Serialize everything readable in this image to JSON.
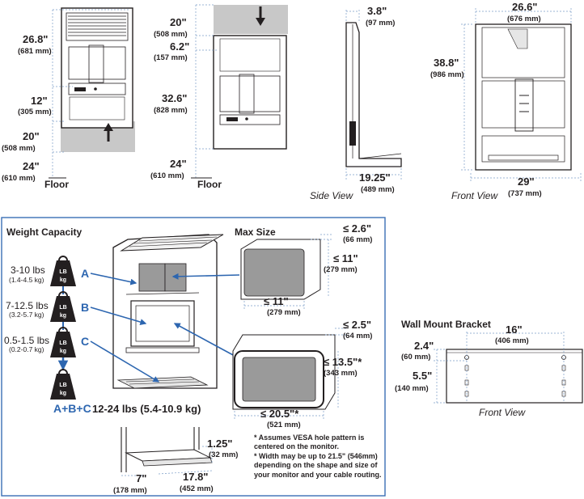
{
  "top_left": {
    "d1_in": "26.8\"",
    "d1_mm": "(681 mm)",
    "d2_in": "12\"",
    "d2_mm": "(305 mm)",
    "d3_in": "20\"",
    "d3_mm": "(508 mm)",
    "d4_in": "24\"",
    "d4_mm": "(610 mm)",
    "floor": "Floor"
  },
  "top_mid": {
    "d1_in": "20\"",
    "d1_mm": "(508 mm)",
    "d2_in": "6.2\"",
    "d2_mm": "(157 mm)",
    "d3_in": "32.6\"",
    "d3_mm": "(828 mm)",
    "d4_in": "24\"",
    "d4_mm": "(610 mm)",
    "floor": "Floor"
  },
  "side_view": {
    "depth_in": "3.8\"",
    "depth_mm": "(97 mm)",
    "base_in": "19.25\"",
    "base_mm": "(489 mm)",
    "caption": "Side View"
  },
  "front_view": {
    "width_in": "26.6\"",
    "width_mm": "(676 mm)",
    "height_in": "38.8\"",
    "height_mm": "(986 mm)",
    "base_in": "29\"",
    "base_mm": "(737 mm)",
    "caption": "Front View"
  },
  "weight": {
    "title": "Weight Capacity",
    "weight_icon_text": "LB kg",
    "items": [
      {
        "letter": "A",
        "lbs": "3-10 lbs",
        "kg": "(1.4-4.5 kg)"
      },
      {
        "letter": "B",
        "lbs": "7-12.5 lbs",
        "kg": "(3.2-5.7 kg)"
      },
      {
        "letter": "C",
        "lbs": "0.5-1.5 lbs",
        "kg": "(0.2-0.7 kg)"
      }
    ],
    "total_letters": "A+B+C",
    "total_text": "12-24 lbs (5.4-10.9 kg)"
  },
  "max_size": {
    "title": "Max Size",
    "a_depth_in": "≤ 2.6\"",
    "a_depth_mm": "(66 mm)",
    "a_h_in": "≤ 11\"",
    "a_h_mm": "(279 mm)",
    "a_w_in": "≤ 11\"",
    "a_w_mm": "(279 mm)",
    "b_depth_in": "≤ 2.5\"",
    "b_depth_mm": "(64 mm)",
    "b_h_in": "≤ 13.5\"*",
    "b_h_mm": "(343 mm)",
    "b_w_in": "≤ 20.5\"*",
    "b_w_mm": "(521 mm)"
  },
  "keyboard": {
    "h_in": "1.25\"",
    "h_mm": "(32 mm)",
    "d_in": "7\"",
    "d_mm": "(178 mm)",
    "w_in": "17.8\"",
    "w_mm": "(452 mm)"
  },
  "notes": {
    "n1": "* Assumes VESA hole pattern is",
    "n2": "centered on the monitor.",
    "n3": "* Width may be up to 21.5\" (546mm)",
    "n4": "depending on the shape and size of",
    "n5": "your monitor and your cable routing."
  },
  "bracket": {
    "title": "Wall Mount Bracket",
    "w_in": "16\"",
    "w_mm": "(406 mm)",
    "h1_in": "2.4\"",
    "h1_mm": "(60 mm)",
    "h2_in": "5.5\"",
    "h2_mm": "(140 mm)",
    "caption": "Front View"
  },
  "colors": {
    "accent_blue": "#2d66b0",
    "frame_blue": "#3a6fb5",
    "wall_gray": "#c8c8c8"
  }
}
